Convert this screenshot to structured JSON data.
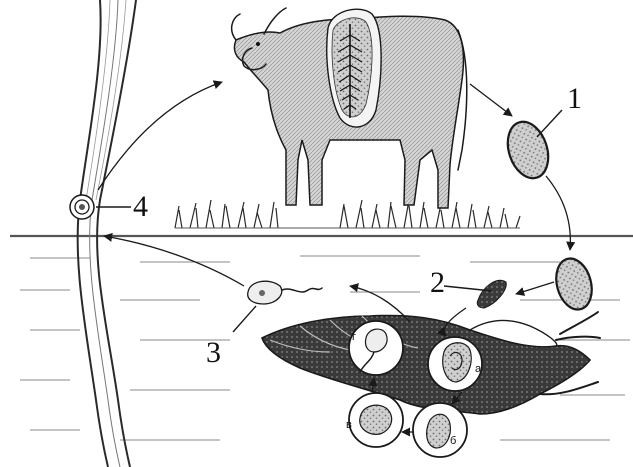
{
  "labels": {
    "n1": "1",
    "n2": "2",
    "n3": "3",
    "n4": "4"
  },
  "stage_labels": {
    "a": "а",
    "b": "б",
    "v": "в",
    "g": "г"
  }
}
